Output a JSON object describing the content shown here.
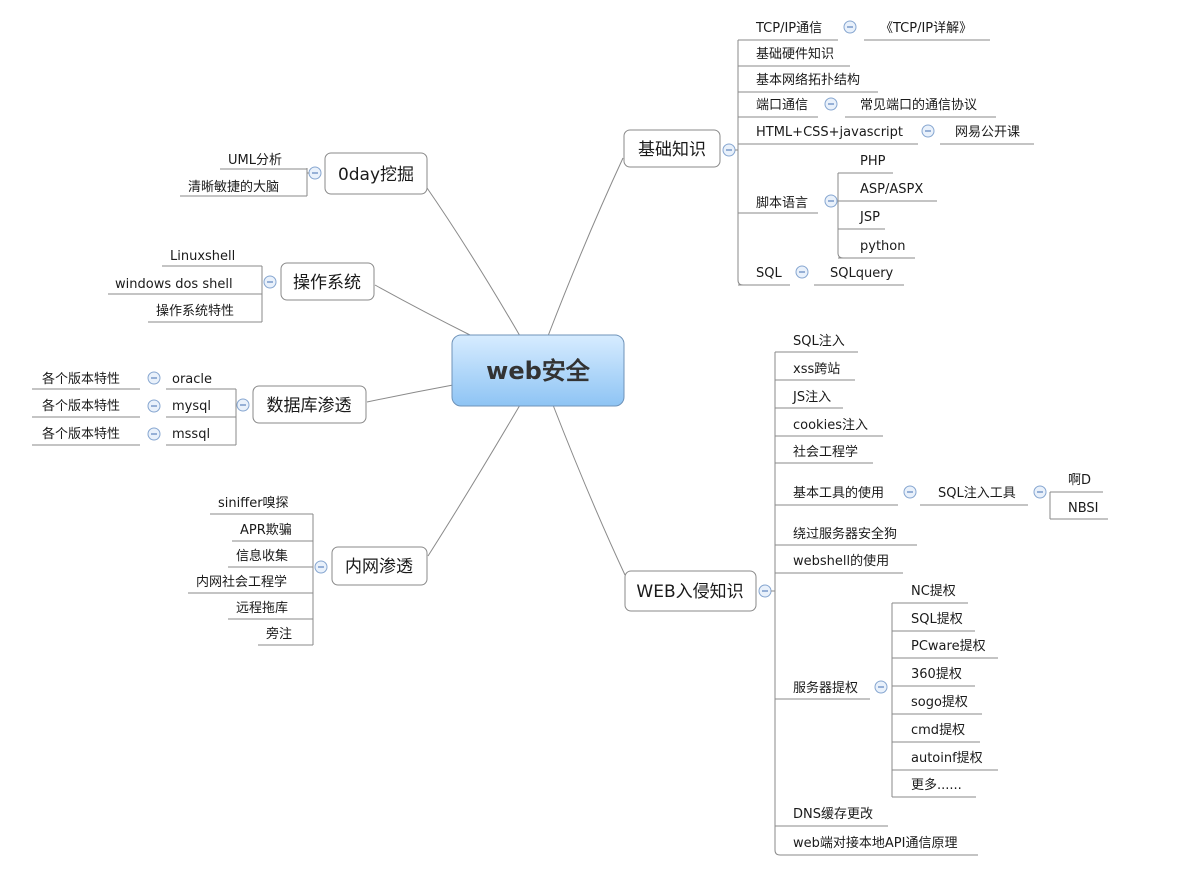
{
  "root": "web安全",
  "basics": {
    "label": "基础知识",
    "tcpip": "TCP/IP通信",
    "tcpip_book": "《TCP/IP详解》",
    "hardware": "基础硬件知识",
    "topology": "基本网络拓扑结构",
    "port": "端口通信",
    "port_child": "常见端口的通信协议",
    "html": "HTML+CSS+javascript",
    "html_child": "网易公开课",
    "script": "脚本语言",
    "script_items": [
      "PHP",
      "ASP/ASPX",
      "JSP",
      "python"
    ],
    "sql": "SQL",
    "sql_child": "SQLquery"
  },
  "oday": {
    "label": "0day挖掘",
    "items": [
      "UML分析",
      "清晰敏捷的大脑"
    ]
  },
  "os": {
    "label": "操作系统",
    "items": [
      "Linuxshell",
      "windows dos shell",
      "操作系统特性"
    ]
  },
  "db": {
    "label": "数据库渗透",
    "items": [
      {
        "name": "oracle",
        "child": "各个版本特性"
      },
      {
        "name": "mysql",
        "child": "各个版本特性"
      },
      {
        "name": "mssql",
        "child": "各个版本特性"
      }
    ]
  },
  "intranet": {
    "label": "内网渗透",
    "items": [
      "siniffer嗅探",
      "APR欺骗",
      "信息收集",
      "内网社会工程学",
      "远程拖库",
      "旁注"
    ]
  },
  "web": {
    "label": "WEB入侵知识",
    "sqli": "SQL注入",
    "xss": "xss跨站",
    "js": "JS注入",
    "cookies": "cookies注入",
    "social": "社会工程学",
    "tools": "基本工具的使用",
    "sqltools": "SQL注入工具",
    "sqltool_items": [
      "啊D",
      "NBSI"
    ],
    "bypass": "绕过服务器安全狗",
    "webshell": "webshell的使用",
    "privesc": "服务器提权",
    "privesc_items": [
      "NC提权",
      "SQL提权",
      "PCware提权",
      "360提权",
      "sogo提权",
      "cmd提权",
      "autoinf提权",
      "更多......"
    ],
    "dns": "DNS缓存更改",
    "api": "web端对接本地API通信原理"
  },
  "colors": {
    "root_top": "#d7ecff",
    "root_bottom": "#8ec4f4",
    "toggle": "#5f86bf",
    "line": "#8a8a8a"
  }
}
